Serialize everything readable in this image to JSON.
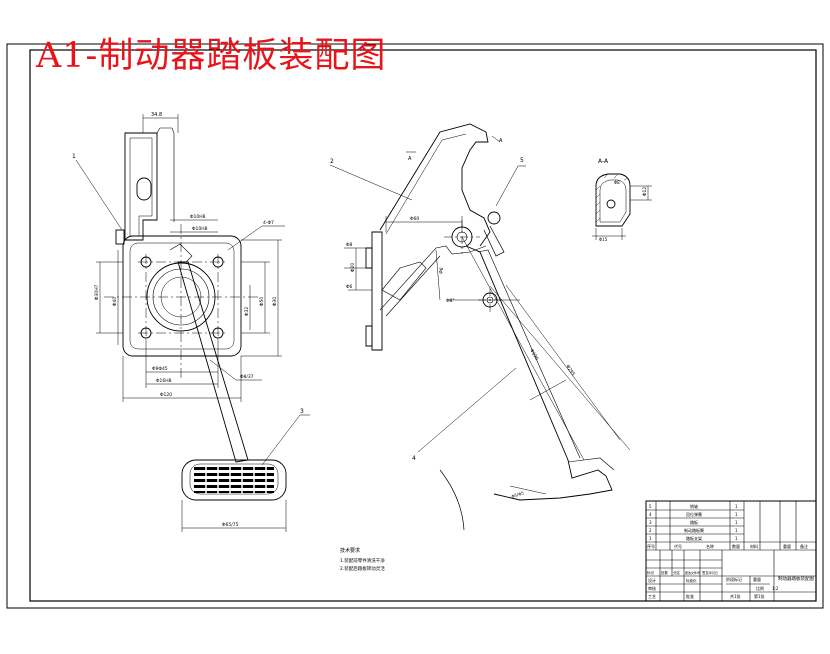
{
  "title": "A1-制动器踏板装配图",
  "section_label": "A-A",
  "section_marks": [
    "A",
    "A"
  ],
  "balloons": [
    "1",
    "2",
    "3",
    "4",
    "5"
  ],
  "dims": {
    "top_width": "34.8",
    "hole_pitch_a": "Φ10H8",
    "hole_pitch_b": "Φ10H8",
    "hole_pattern": "4-Φ7",
    "left_height": "Φ30H7",
    "left_overall": "Φ40",
    "mid_height": "Φ32",
    "right_height": "Φ50",
    "right_overall": "Φ30",
    "bore_dia": "Φ9Φ45",
    "bottom_a": "Φ16H8",
    "bottom_b": "Φ40",
    "bottom_overall": "Φ120",
    "chain_dim": "Φ8/37",
    "pedal_width": "Φ65/75",
    "side_top": "Φ60",
    "side_a": "Φ8",
    "side_b": "Φ20",
    "side_c": "Φ6",
    "side_slot": "Φ6",
    "side_angle": "Φ8°",
    "arm_length": "Φ295",
    "arm_mid": "Φ190",
    "arm_pedal_note": "Φ5/Φ5",
    "sec_height": "Φ12",
    "sec_width": "Φ8",
    "sec_bottom": "Φ15"
  },
  "tech_notes": {
    "heading": "技术要求",
    "line1": "1.装配前零件清洗干净",
    "line2": "2.装配后踏板转动灵活"
  },
  "title_block": {
    "rows": [
      {
        "num": "5",
        "name": "销轴",
        "qty": "1"
      },
      {
        "num": "4",
        "name": "回位弹簧",
        "qty": "1"
      },
      {
        "num": "3",
        "name": "踏板",
        "qty": "1"
      },
      {
        "num": "2",
        "name": "制动踏板臂",
        "qty": "1"
      },
      {
        "num": "1",
        "name": "踏板支架",
        "qty": "1"
      }
    ],
    "header": {
      "num": "序号",
      "code": "代号",
      "name": "名称",
      "qty": "数量",
      "mat": "材料",
      "wt": "重量",
      "note": "备注"
    },
    "drawing_name": "制动器踏板装配图",
    "roles": [
      "标记",
      "处数",
      "分区",
      "更改文件号",
      "签名",
      "年月日"
    ],
    "designer": "设计",
    "checker": "审核",
    "approver": "批准",
    "standard": "标准化",
    "craft": "工艺",
    "stage": "阶段标记",
    "weight": "重量",
    "scale": "比例",
    "scale_value": "1:2",
    "sheet_total": "共1张",
    "sheet_no": "第1张"
  }
}
